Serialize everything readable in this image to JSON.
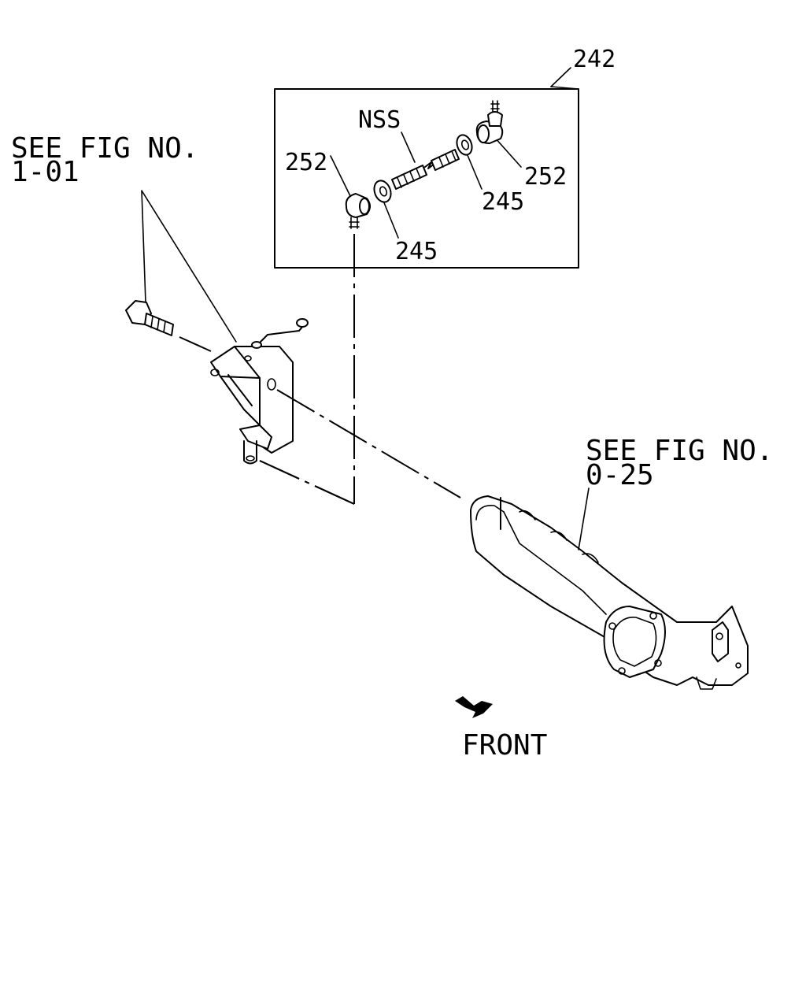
{
  "labels": {
    "assembly": "242",
    "nss": "NSS",
    "joint_left": "252",
    "joint_right": "252",
    "nut_left": "245",
    "nut_right": "245",
    "see_fig_a_line1": "SEE FIG NO.",
    "see_fig_a_line2": "1-01",
    "see_fig_b_line1": "SEE FIG NO.",
    "see_fig_b_line2": "0-25",
    "front": "FRONT"
  },
  "icons": {
    "front_arrow": "arrow-right-down-icon"
  }
}
